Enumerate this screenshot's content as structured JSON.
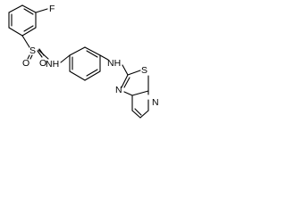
{
  "molecule": {
    "atoms": {
      "fluorine": "F",
      "sulfur_sulfonyl": "S",
      "oxygen_left": "O",
      "oxygen_right": "O",
      "amide_nitrogen": "NH",
      "amine_nitrogen": "NH",
      "thiazole_sulfur": "S",
      "thiazole_nitrogen": "N",
      "pyridine_nitrogen": "N"
    }
  }
}
